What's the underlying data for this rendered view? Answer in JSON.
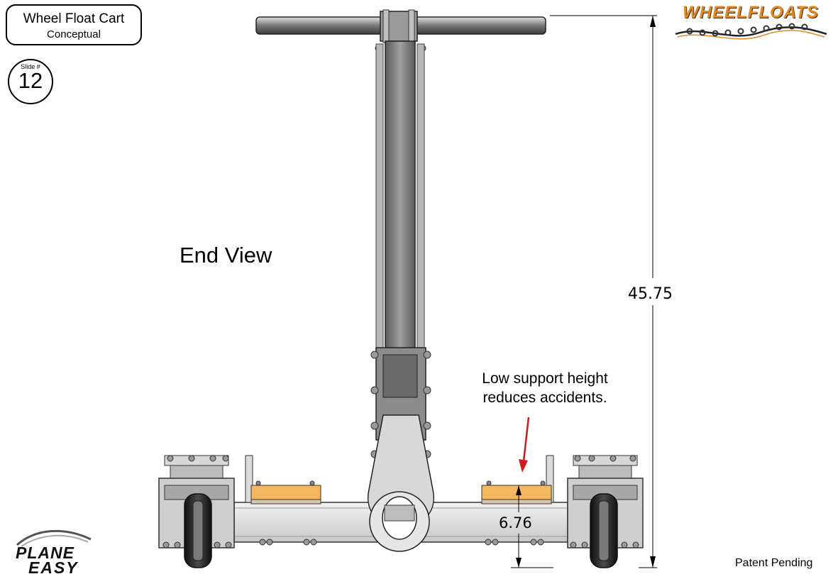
{
  "header": {
    "title": "Wheel Float Cart",
    "subtitle": "Conceptual"
  },
  "slide": {
    "label": "Slide #",
    "number": "12"
  },
  "view_label": "End View",
  "dimensions": {
    "overall_height": "45.75",
    "support_height": "6.76"
  },
  "annotation": {
    "line1": "Low support height",
    "line2": "reduces accidents.",
    "arrow_color": "#d11a1a"
  },
  "footer": {
    "patent": "Patent Pending"
  },
  "logos": {
    "wheel_floats": "WHEELFLOATS",
    "plane_easy_1": "PLANE",
    "plane_easy_2": "EASY",
    "wheel_floats_color": "#e68a1e"
  },
  "colors": {
    "steel": "#8a8a8a",
    "steel_dark": "#555555",
    "pad": "#f4b860",
    "tire": "#1e1e1e"
  }
}
